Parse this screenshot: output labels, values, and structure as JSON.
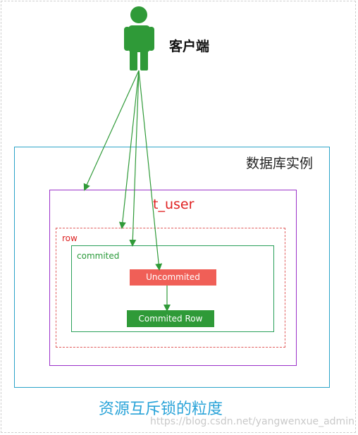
{
  "client": {
    "label": "客户端"
  },
  "database": {
    "label": "数据库实例"
  },
  "table": {
    "label": "t_user"
  },
  "row": {
    "label": "row"
  },
  "commited": {
    "label": "commited"
  },
  "blocks": {
    "uncommited": "Uncommited",
    "commited_row": "Commited Row"
  },
  "caption": "资源互斥锁的粒度",
  "watermark": "https://blog.csdn.net/yangwenxue_admin",
  "colors": {
    "person": "#2f9a38",
    "arrow": "#2f9a38",
    "db_border": "#2aa3c8",
    "table_border": "#9b30c9",
    "row_border": "#e05a5a",
    "commited_border": "#2aa05a",
    "uncommited_fill": "#f05f57",
    "commited_row_fill": "#2f9a38",
    "caption": "#29a3d8"
  }
}
